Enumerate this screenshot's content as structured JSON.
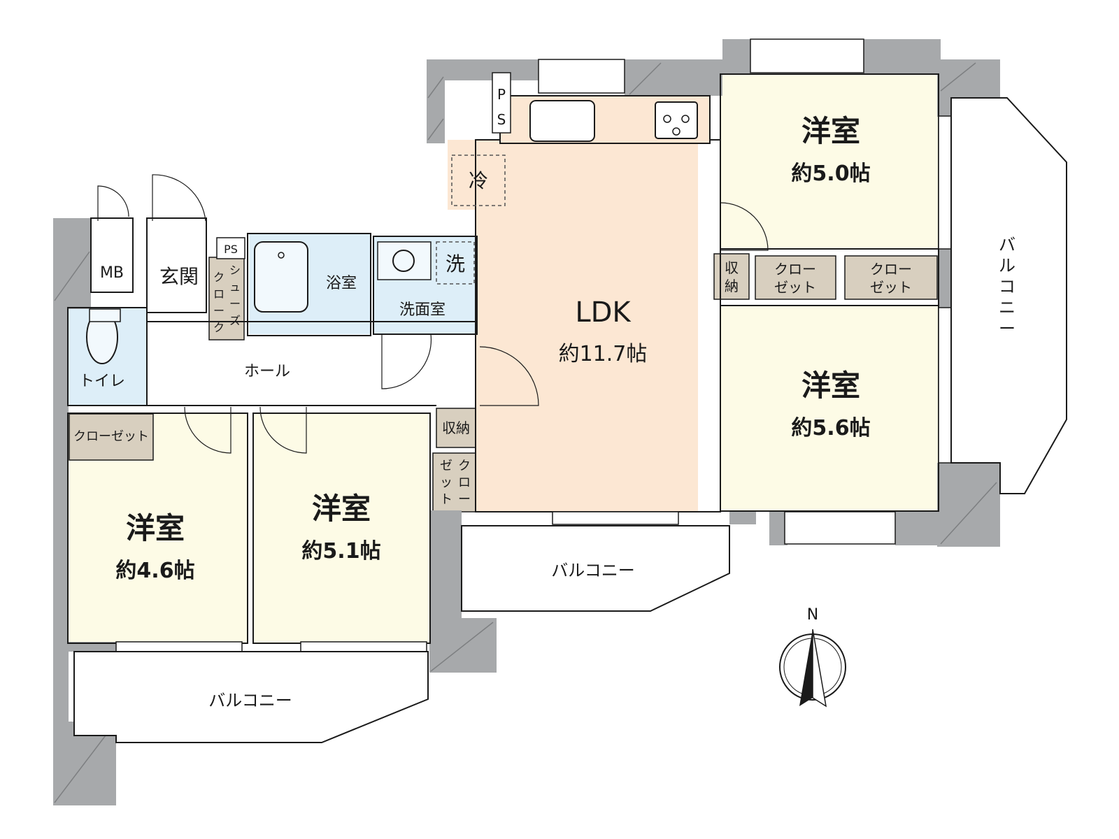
{
  "rooms": {
    "ldk": {
      "name": "LDK",
      "area": "約11.7帖"
    },
    "western_ne": {
      "name": "洋室",
      "area": "約5.0帖"
    },
    "western_e": {
      "name": "洋室",
      "area": "約5.6帖"
    },
    "western_sw": {
      "name": "洋室",
      "area": "約4.6帖"
    },
    "western_s": {
      "name": "洋室",
      "area": "約5.1帖"
    }
  },
  "labels": {
    "entrance": "玄関",
    "hall": "ホール",
    "toilet": "トイレ",
    "bath": "浴室",
    "washroom": "洗面室",
    "washer": "洗",
    "fridge": "冷",
    "mb": "MB",
    "ps_small": "PS",
    "ps_kitchen_1": "P",
    "ps_kitchen_2": "S",
    "closet_sw": "クローゼット",
    "storage_hall": "収納",
    "storage_ldk_1": "収",
    "storage_ldk_2": "納",
    "closet_mid_1": "クロー",
    "closet_mid_2": "ゼット",
    "closet_right_1": "クロー",
    "closet_right_2": "ゼット",
    "shoe_col1": [
      "シ",
      "ュ",
      "ー",
      "ズ"
    ],
    "shoe_col2": [
      "ク",
      "ロ",
      "ー",
      "ク"
    ],
    "closet_vert_col1": [
      "ク",
      "ロ",
      "ー"
    ],
    "closet_vert_col2": [
      "ゼ",
      "ッ",
      "ト"
    ],
    "balcony_bottom": "バルコニー",
    "balcony_middle": "バルコニー",
    "balcony_right": [
      "バ",
      "ル",
      "コ",
      "ニ",
      "ー"
    ],
    "north": "N"
  },
  "colors": {
    "wall": "#a7a9ab",
    "ldk": "#fce7d3",
    "western": "#fdfbe6",
    "wet": "#ddeef8",
    "closet": "#d8cfbf"
  }
}
